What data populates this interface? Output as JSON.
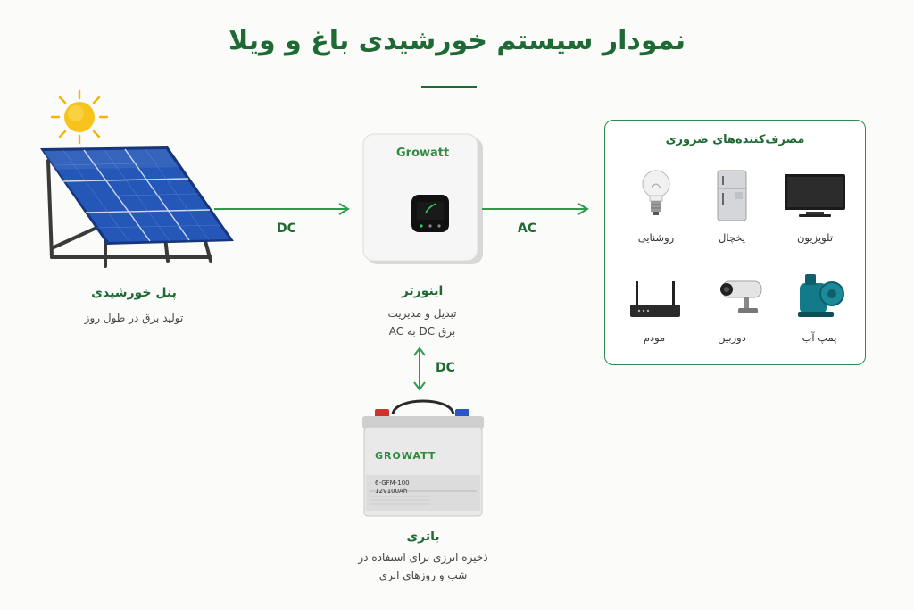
{
  "title": "نمودار سیستم خورشیدی باغ و ویلا",
  "panel": {
    "title": "پنل خورشیدی",
    "desc": "تولید برق در طول روز"
  },
  "inverter": {
    "brand": "Growatt",
    "title": "اینورتر",
    "desc_line1": "تبدیل و مدیریت",
    "desc_line2": "برق DC به AC"
  },
  "battery": {
    "brand": "GROWATT",
    "model": "6-GFM-100",
    "spec": "12V100Ah",
    "title": "باتری",
    "desc_line1": "ذخیره انرژی برای استفاده در",
    "desc_line2": "شب و روزهای ابری"
  },
  "flows": {
    "panel_to_inverter": "DC",
    "inverter_to_loads": "AC",
    "inverter_battery": "DC"
  },
  "consumers": {
    "title": "مصرف‌کننده‌های ضروری",
    "items": [
      {
        "label": "تلویزیون",
        "icon": "tv-icon"
      },
      {
        "label": "یخچال",
        "icon": "fridge-icon"
      },
      {
        "label": "روشنایی",
        "icon": "bulb-icon"
      },
      {
        "label": "پمپ آب",
        "icon": "water-pump-icon"
      },
      {
        "label": "دوربین",
        "icon": "cctv-camera-icon"
      },
      {
        "label": "مودم",
        "icon": "router-icon"
      }
    ]
  },
  "colors": {
    "accent": "#1e6a34",
    "arrow": "#2e9a4c",
    "panel_blue": "#1d4fa3",
    "sun": "#f7c21a"
  }
}
